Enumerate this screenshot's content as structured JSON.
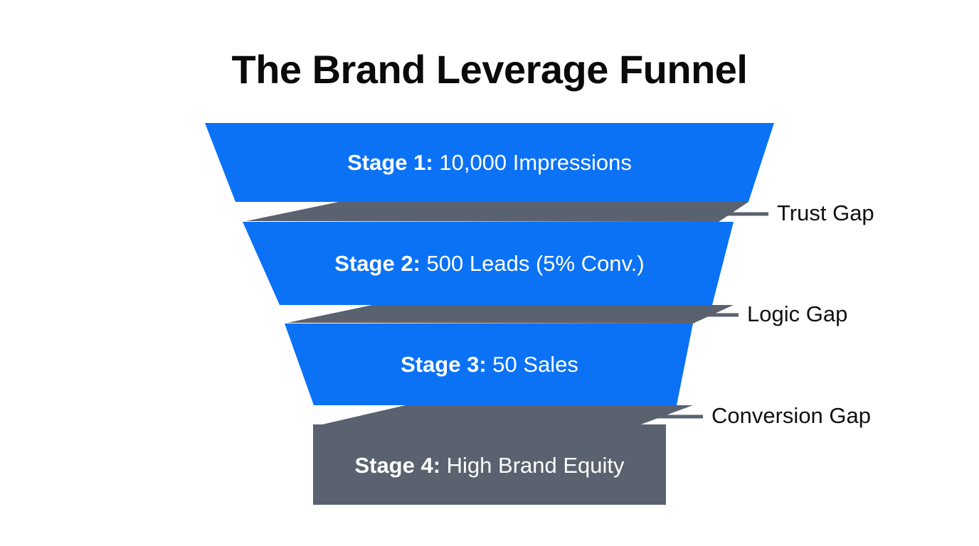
{
  "title": "The Brand Leverage Funnel",
  "colors": {
    "funnel_blue": "#0b72f5",
    "gap_gray": "#5a6270",
    "gap_gray_light": "#6b7280",
    "background": "#ffffff",
    "title_text": "#0a0a0a",
    "stage_text": "#ffffff",
    "gap_text": "#111111",
    "leader_line": "#5a6270"
  },
  "chart_data": {
    "type": "funnel",
    "title": "The Brand Leverage Funnel",
    "stages": [
      {
        "key": "Stage 1:",
        "value": "10,000 Impressions",
        "full_label": "Stage 1: 10,000 Impressions",
        "metric": 10000,
        "metric_unit": "Impressions",
        "color": "#0b72f5"
      },
      {
        "key": "Stage 2:",
        "value": "500 Leads (5% Conv.)",
        "full_label": "Stage 2: 500 Leads (5% Conv.)",
        "metric": 500,
        "metric_unit": "Leads",
        "conversion_rate": "5%",
        "color": "#0b72f5"
      },
      {
        "key": "Stage 3:",
        "value": "50 Sales",
        "full_label": "Stage 3: 50 Sales",
        "metric": 50,
        "metric_unit": "Sales",
        "color": "#0b72f5"
      },
      {
        "key": "Stage 4:",
        "value": "High Brand Equity",
        "full_label": "Stage 4: High Brand Equity",
        "metric": null,
        "metric_unit": "Brand Equity",
        "color": "#5a6270"
      }
    ],
    "gaps": [
      {
        "label": "Trust Gap",
        "between": [
          "Stage 1",
          "Stage 2"
        ],
        "color": "#5a6270"
      },
      {
        "label": "Logic Gap",
        "between": [
          "Stage 2",
          "Stage 3"
        ],
        "color": "#5a6270"
      },
      {
        "label": "Conversion Gap",
        "between": [
          "Stage 3",
          "Stage 4"
        ],
        "color": "#5a6270"
      }
    ],
    "legend": null,
    "grid": false
  }
}
